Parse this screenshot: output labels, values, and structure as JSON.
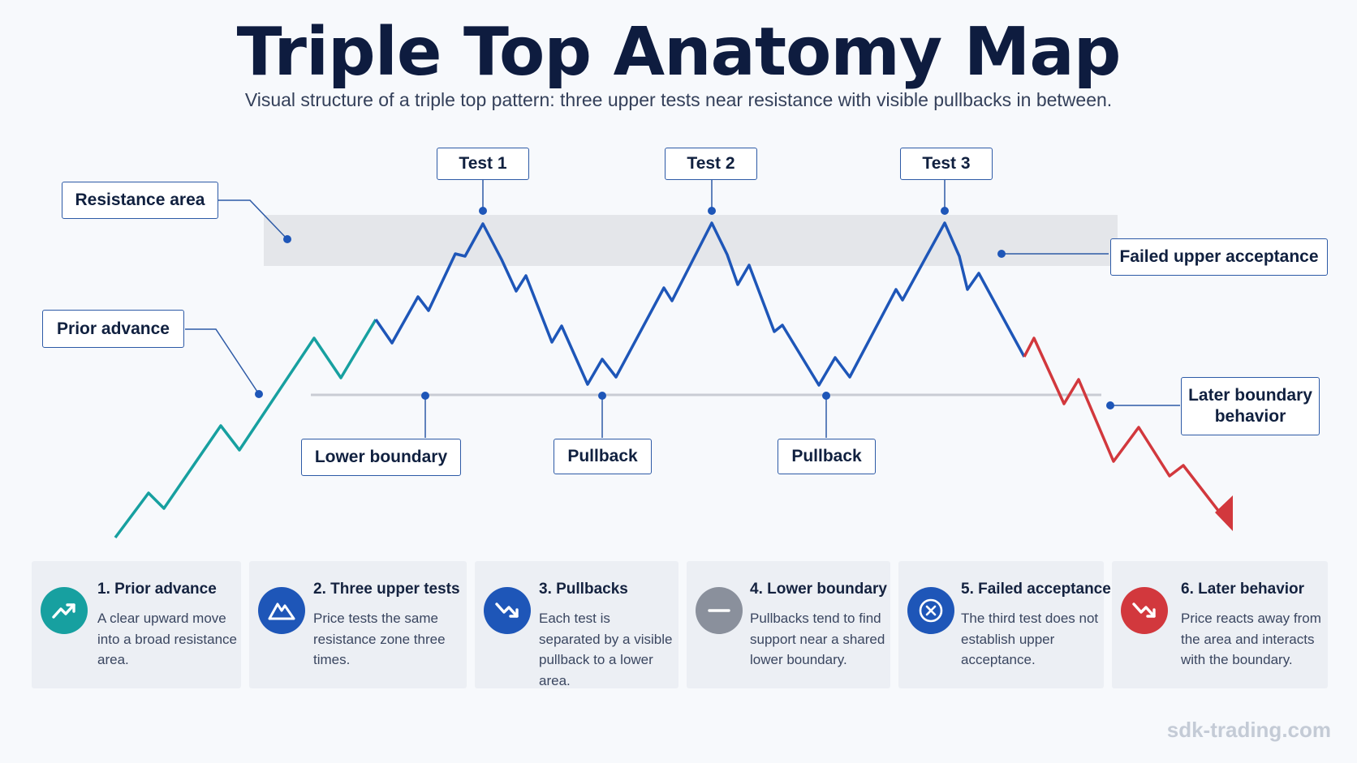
{
  "title": "Triple Top Anatomy Map",
  "subtitle": "Visual structure of a triple top pattern: three upper tests near resistance with visible pullbacks in between.",
  "labels": {
    "test1": "Test 1",
    "test2": "Test 2",
    "test3": "Test 3",
    "resistance": "Resistance area",
    "failed_acceptance": "Failed upper acceptance",
    "prior_advance": "Prior advance",
    "later_boundary": "Later boundary behavior",
    "lower_boundary": "Lower boundary",
    "pullback1": "Pullback",
    "pullback2": "Pullback"
  },
  "cards": [
    {
      "title": "1. Prior advance",
      "text": "A clear upward move into a broad resistance area.",
      "icon": "trend-up-icon",
      "color": "#17a0a0"
    },
    {
      "title": "2. Three upper tests",
      "text": "Price tests the same resistance zone three times.",
      "icon": "peaks-icon",
      "color": "#1e56b8"
    },
    {
      "title": "3. Pullbacks",
      "text": "Each test is separated by a visible pullback to a lower area.",
      "icon": "trend-down-icon",
      "color": "#1e56b8"
    },
    {
      "title": "4. Lower boundary",
      "text": "Pullbacks tend to find support near a shared lower boundary.",
      "icon": "minus-icon",
      "color": "#8a909c"
    },
    {
      "title": "5. Failed acceptance",
      "text": "The third test does not establish upper acceptance.",
      "icon": "x-circle-icon",
      "color": "#1e56b8"
    },
    {
      "title": "6. Later behavior",
      "text": "Price reacts away from the area and interacts with the boundary.",
      "icon": "trend-down-icon",
      "color": "#d2383d"
    }
  ],
  "colors": {
    "advance": "#17a0a0",
    "pattern": "#1e56b8",
    "breakdown": "#d2383d",
    "resistance_band": "#e4e6ea",
    "boundary_line": "#c9ccd4"
  },
  "watermark": "sdk-trading.com"
}
